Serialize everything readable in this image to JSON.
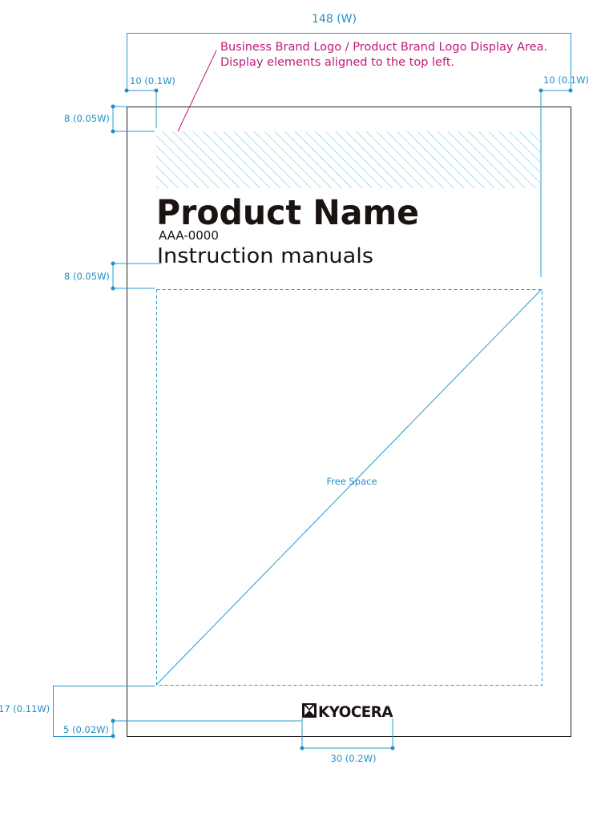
{
  "dimensions": {
    "width_total": "148 (W)",
    "margin_left": "10 (0.1W)",
    "margin_right": "10 (0.1W)",
    "margin_top": "8 (0.05W)",
    "gap_title": "8 (0.05W)",
    "bottom_area": "17 (0.11W)",
    "bottom_margin": "5 (0.02W)",
    "logo_width": "30 (0.2W)"
  },
  "notes": {
    "logo_area_line1": "Business Brand Logo / Product Brand Logo Display Area.",
    "logo_area_line2": "Display elements aligned to the top left."
  },
  "cover": {
    "product_name": "Product Name",
    "product_code": "AAA-0000",
    "document_type": "Instruction manuals",
    "free_space_label": "Free Space",
    "brand_logo_text": "KYOCERA"
  },
  "colors": {
    "dimension": "#1f8fc7",
    "note": "#c2187b",
    "text": "#1a1311"
  }
}
